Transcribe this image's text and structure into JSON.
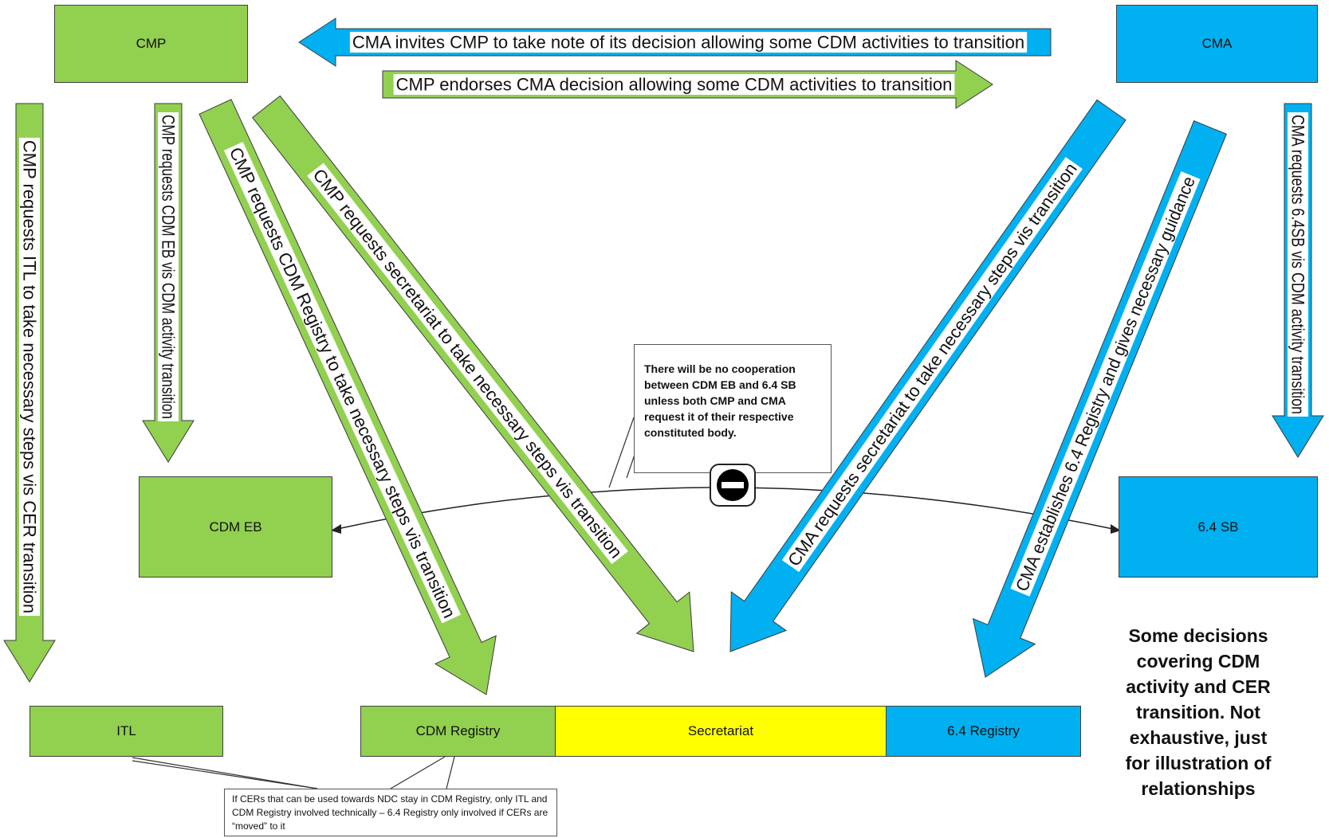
{
  "nodes": {
    "cmp": "CMP",
    "cma": "CMA",
    "cdm_eb": "CDM EB",
    "sb64": "6.4 SB",
    "itl": "ITL",
    "cdm_registry": "CDM Registry",
    "secretariat": "Secretariat",
    "registry64": "6.4 Registry"
  },
  "arrows": {
    "cma_invites": "CMA invites CMP to take note of its decision allowing some CDM activities to transition",
    "cmp_endorses": "CMP endorses CMA decision allowing some CDM activities to transition",
    "cmp_itl": "CMP requests  ITL to take necessary steps vis CER transition",
    "cmp_cdm_eb": "CMP requests CDM EB vis CDM activity transition",
    "cmp_registry": "CMP requests CDM Registry to take necessary steps vis transition",
    "cmp_secretariat": "CMP requests secretariat to take necessary steps vis transition",
    "cma_secretariat": "CMA requests secretariat to take necessary steps vis transition",
    "cma_registry64": "CMA establishes 6.4 Registry and gives necessary guidance",
    "cma_sb64": "CMA requests 6.4SB vis CDM activity transition"
  },
  "notes": {
    "cooperation": "There will be no cooperation between CDM EB and 6.4 SB unless both CMP and CMA request it of their respective constituted body.",
    "registry": "If CERs that can be used towards NDC stay in CDM Registry, only ITL and CDM Registry involved technically – 6.4 Registry only involved if CERs are “moved” to it"
  },
  "title": "Some decisions covering CDM activity and CER transition. Not exhaustive, just for illustration of relationships",
  "colors": {
    "green": "#92d050",
    "blue": "#00b0f0",
    "yellow": "#ffff00"
  },
  "icons": {
    "no_entry": "no-entry-icon"
  }
}
